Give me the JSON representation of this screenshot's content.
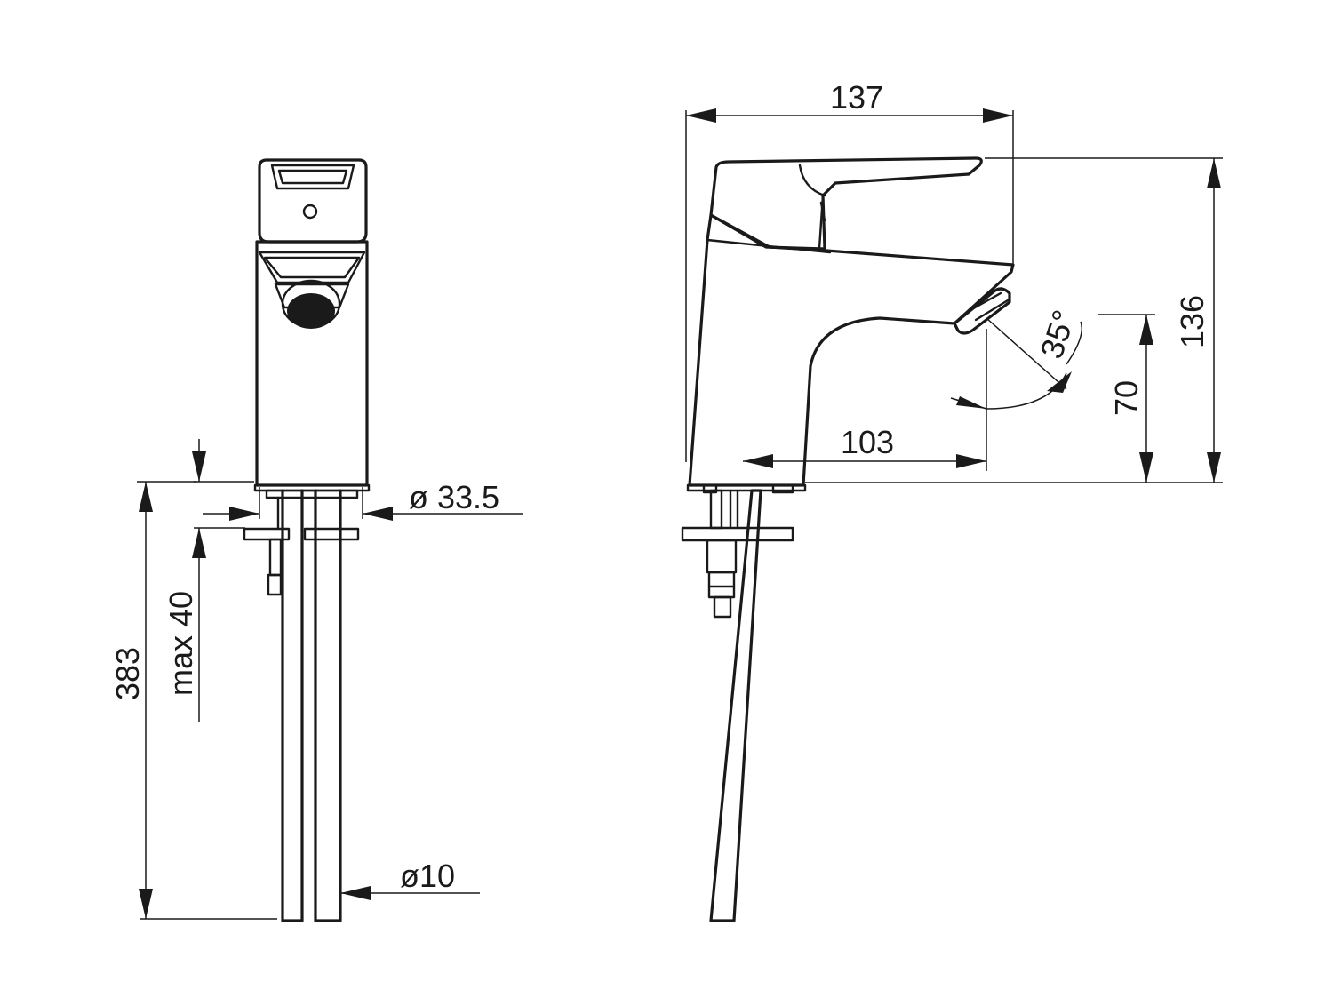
{
  "dimensions": {
    "width_overall": "137",
    "height_overall": "136",
    "spout_height": "70",
    "spout_reach": "103",
    "angle": "35°",
    "base_diameter": "ø 33.5",
    "hose_length": "383",
    "max_thickness": "max 40",
    "hose_diameter": "ø10"
  },
  "colors": {
    "line": "#1a1a1a",
    "background": "#ffffff"
  }
}
